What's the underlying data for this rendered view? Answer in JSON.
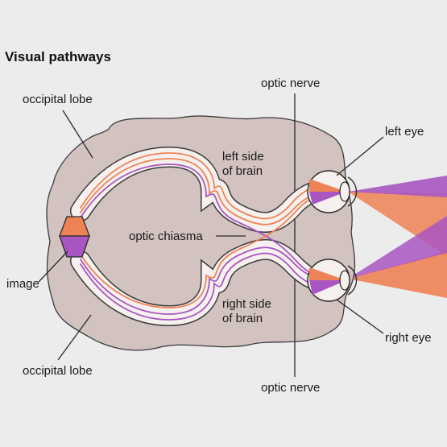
{
  "title": "Visual pathways",
  "labels": {
    "occipital_lobe_top": "occipital lobe",
    "occipital_lobe_bottom": "occipital lobe",
    "optic_nerve_top": "optic nerve",
    "optic_nerve_bottom": "optic nerve",
    "left_eye": "left eye",
    "right_eye": "right eye",
    "left_side_of_brain": [
      "left side",
      "of brain"
    ],
    "right_side_of_brain": [
      "right side",
      "of brain"
    ],
    "optic_chiasma": "optic chiasma",
    "image": "image"
  },
  "colors": {
    "background": "#ececec",
    "brain_fill": "#d3c3c0",
    "brain_outline": "#3a3a3a",
    "pathway_band": "#f6f1ee",
    "orange": "#ee8256",
    "purple": "#a956c2",
    "light_purple": "#bf86d4",
    "light_orange": "#f4a27c",
    "leader_line": "#2a2a2a"
  }
}
